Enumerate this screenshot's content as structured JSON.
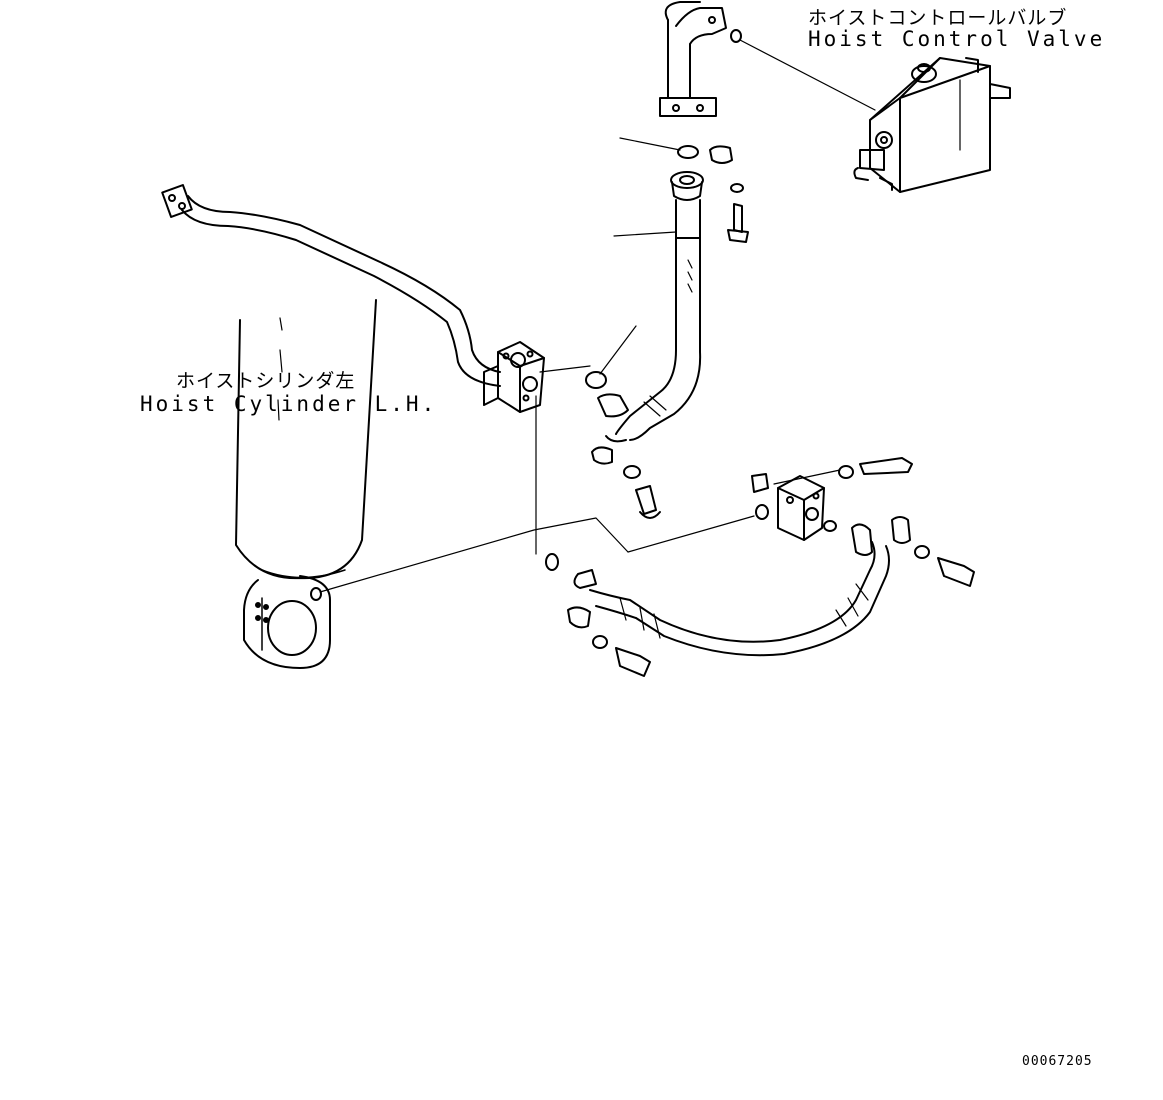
{
  "labels": {
    "valve_jp": "ホイストコントロールバルブ",
    "valve_en": "Hoist Control Valve",
    "cylinder_jp": "ホイストシリンダ左",
    "cylinder_en": "Hoist Cylinder L.H.",
    "drawing_number": "00067205"
  },
  "colors": {
    "line": "#000000",
    "background": "#ffffff"
  }
}
